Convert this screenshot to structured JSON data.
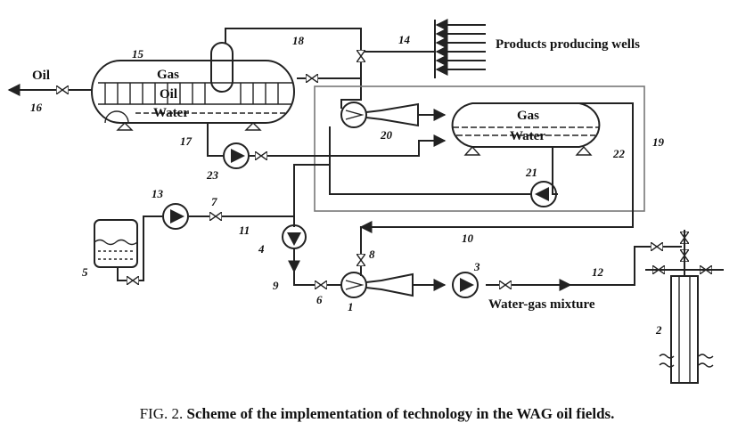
{
  "diagram": {
    "labels": {
      "gas_separator": "Gas",
      "oil_separator": "Oil",
      "water_separator": "Water",
      "gas_tank": "Gas",
      "water_tank": "Water",
      "oil_outlet": "Oil",
      "producing_wells": "Products producing wells",
      "water_gas_mixture": "Water-gas mixture"
    },
    "numbers": {
      "n1": "1",
      "n2": "2",
      "n3": "3",
      "n4": "4",
      "n5": "5",
      "n6": "6",
      "n7": "7",
      "n8": "8",
      "n9": "9",
      "n10": "10",
      "n11": "11",
      "n12": "12",
      "n13": "13",
      "n14": "14",
      "n15": "15",
      "n16": "16",
      "n17": "17",
      "n18": "18",
      "n19": "19",
      "n20": "20",
      "n21": "21",
      "n22": "22",
      "n23": "23"
    }
  },
  "caption": {
    "prefix": "FIG. 2.",
    "title": "Scheme of the implementation of technology in the WAG oil fields."
  }
}
